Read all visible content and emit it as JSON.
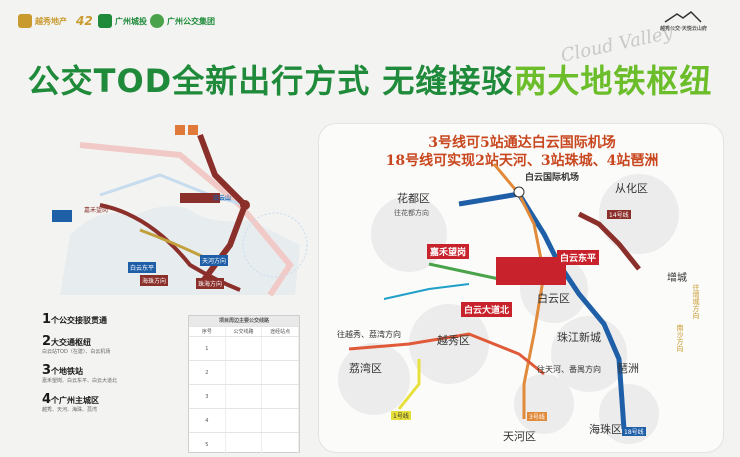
{
  "header": {
    "logos": [
      {
        "text": "越秀地产",
        "color": "#c99a2e"
      },
      {
        "text": "广州城投",
        "color": "#1f8a3a"
      },
      {
        "text": "广州公交集团",
        "color": "#1f8a3a"
      }
    ],
    "anniversary": "42",
    "right_logo": "越秀公交·天悦云山府",
    "script_text": "Cloud Valley"
  },
  "headline": {
    "part1": "公交TOD全新出行方式 无缝接驳",
    "part2": "两大地铁枢纽"
  },
  "left_map": {
    "labels": [
      "白云山",
      "天河方向",
      "珠海方向",
      "嘉禾望岗",
      "白云东平",
      "海珠方向"
    ]
  },
  "info_list": {
    "items": [
      {
        "num": "1",
        "title": "个公交接驳贯通",
        "sub": ""
      },
      {
        "num": "2",
        "title": "大交通枢纽",
        "sub": "白云站TOD（在建）、白云机场"
      },
      {
        "num": "3",
        "title": "个地铁站",
        "sub": "嘉禾望岗、白云东平、白云大道北"
      },
      {
        "num": "4",
        "title": "个广州主城区",
        "sub": "越秀、天河、海珠、荔湾"
      }
    ]
  },
  "bus_table": {
    "title": "项目周边主要公交线路",
    "headers": [
      "序号",
      "公交线路",
      "途经站点"
    ],
    "rows": [
      [
        "1",
        "",
        ""
      ],
      [
        "2",
        "",
        ""
      ],
      [
        "3",
        "",
        ""
      ],
      [
        "4",
        "",
        ""
      ],
      [
        "5",
        "",
        ""
      ]
    ]
  },
  "right_map": {
    "line1": "3号线可5站通达白云国际机场",
    "line2": "18号线可实现2站天河、3站珠城、4站琶洲",
    "labels": {
      "airport": "白云国际机场",
      "huadu": "花都区",
      "huadu_dir": "往花都方向",
      "conghua": "从化区",
      "zengcheng": "增城",
      "jiahe": "嘉禾望岗",
      "baiyun_dongping": "白云东平",
      "baiyun_dadao": "白云大道北",
      "baiyun_qu": "白云区",
      "yuexiu": "越秀区",
      "liwan": "荔湾区",
      "zhujiang": "珠江新城",
      "pazhou": "琶洲",
      "haizhu": "海珠区",
      "tianhe": "天河区",
      "line14": "14号线",
      "line18": "18号线",
      "line3": "3号线",
      "line1": "1号线",
      "dir_tianhe": "往天河、番禺方向",
      "dir_liwan": "往越秀、荔湾方向",
      "dir_zengcheng": "往增城方向",
      "dir_nansha": "南沙方向"
    }
  }
}
